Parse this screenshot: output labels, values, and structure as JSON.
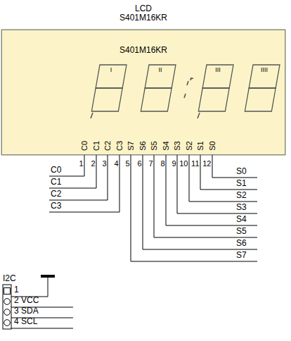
{
  "diagram": {
    "nodes": [
      {
        "text": [
          "LCD S401M16KR",
          "S401M16KR"
        ]
      }
    ],
    "labels": [
      "I",
      "II",
      "III",
      "IIII",
      "C0",
      "C1",
      "C2",
      "C3",
      "S7",
      "S6",
      "S5",
      "S4",
      "S3",
      "S2",
      "S1",
      "S0",
      "1",
      "2",
      "3",
      "4",
      "5",
      "6",
      "7",
      "8",
      "9",
      "10",
      "11",
      "12",
      "C0",
      "C1",
      "C2",
      "C3",
      "S0",
      "S1",
      "S2",
      "S3",
      "S4",
      "S5",
      "S6",
      "S7",
      "I2C",
      "1",
      "2 VCC",
      "3 SDA",
      "4 SCL"
    ]
  }
}
